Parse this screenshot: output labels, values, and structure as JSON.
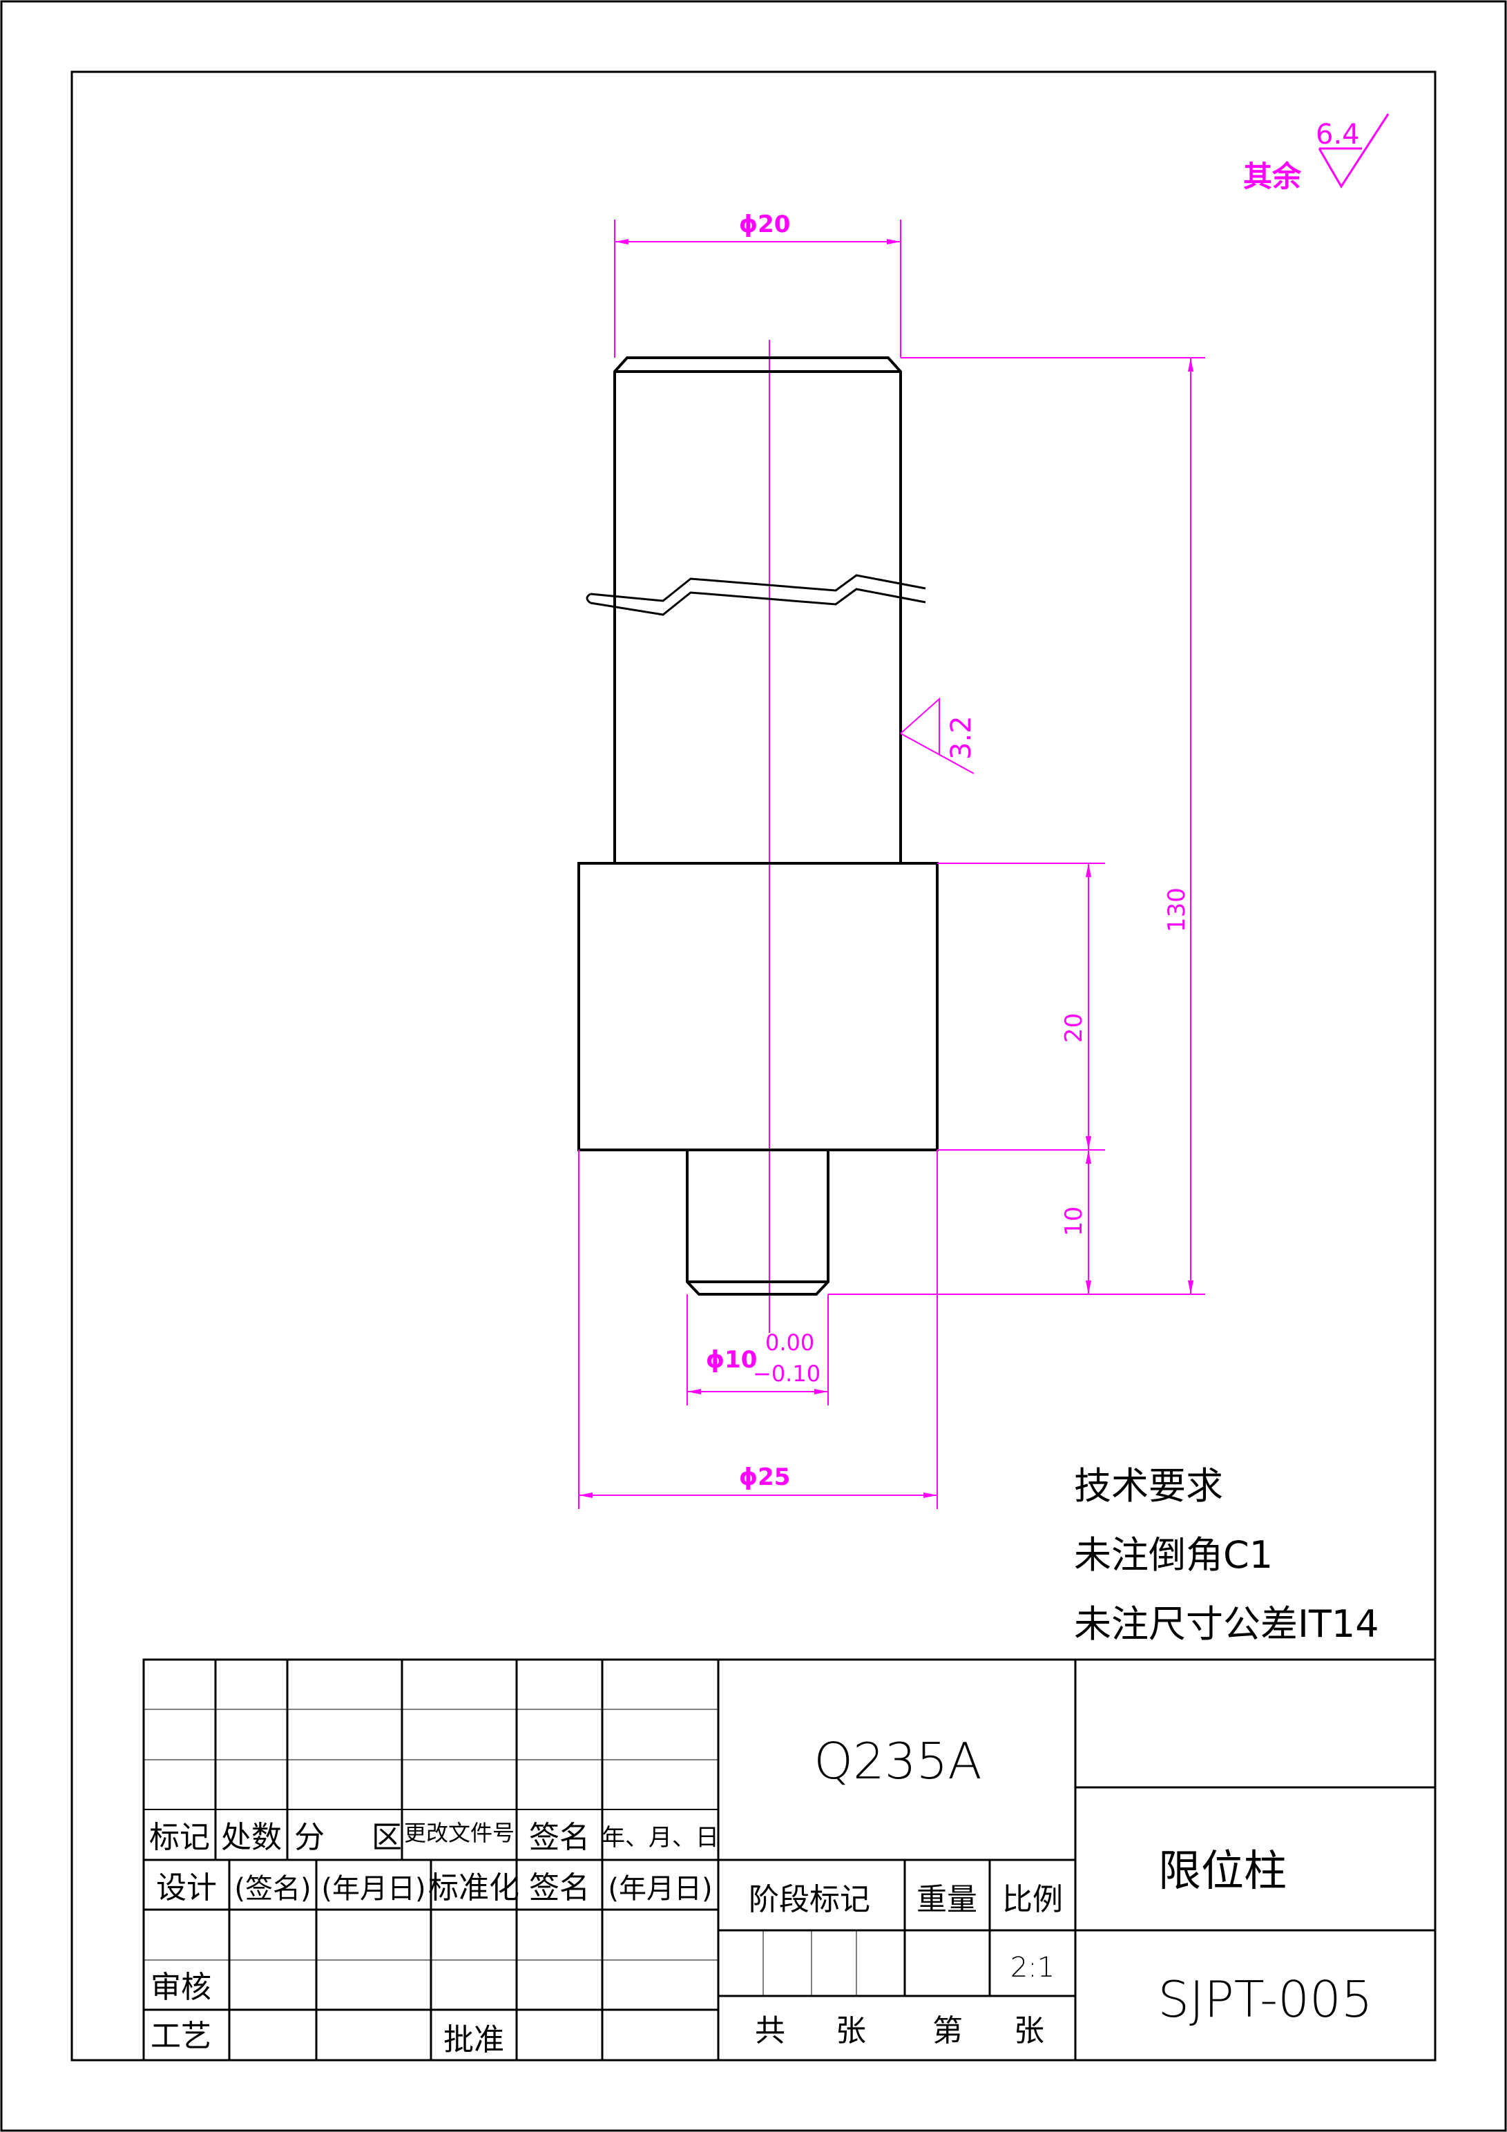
{
  "drawing": {
    "roughness_note": "其余",
    "roughness_default": "6.4",
    "roughness_surface": "3.2",
    "dims": {
      "top_diameter": "ϕ20",
      "length_total": "130",
      "length_collar": "20",
      "length_stub": "10",
      "stub_diameter": "ϕ10",
      "stub_tol_upper": "0.00",
      "stub_tol_lower": "−0.10",
      "collar_diameter": "ϕ25"
    },
    "requirements": {
      "title": "技术要求",
      "line1": "未注倒角C1",
      "line2": "未注尺寸公差IT14"
    }
  },
  "title_block": {
    "material": "Q235A",
    "part_name": "限位柱",
    "drawing_no": "SJPT-005",
    "headers": {
      "mark": "标记",
      "count": "处数",
      "zone_fen": "分",
      "zone_qu": "区",
      "change_doc": "更改文件号",
      "signature": "签名",
      "date": "年、月、日"
    },
    "design_row": {
      "design": "设计",
      "sign": "(签名)",
      "date": "(年月日)",
      "standard": "标准化",
      "sign2": "签名",
      "date2": "(年月日)"
    },
    "stage_mark": "阶段标记",
    "weight": "重量",
    "scale_label": "比例",
    "scale_value": "2:1",
    "review": "审核",
    "process": "工艺",
    "approve": "批准",
    "total": "共",
    "sheets": "张",
    "sheet_no": "第",
    "sheet": "张"
  }
}
